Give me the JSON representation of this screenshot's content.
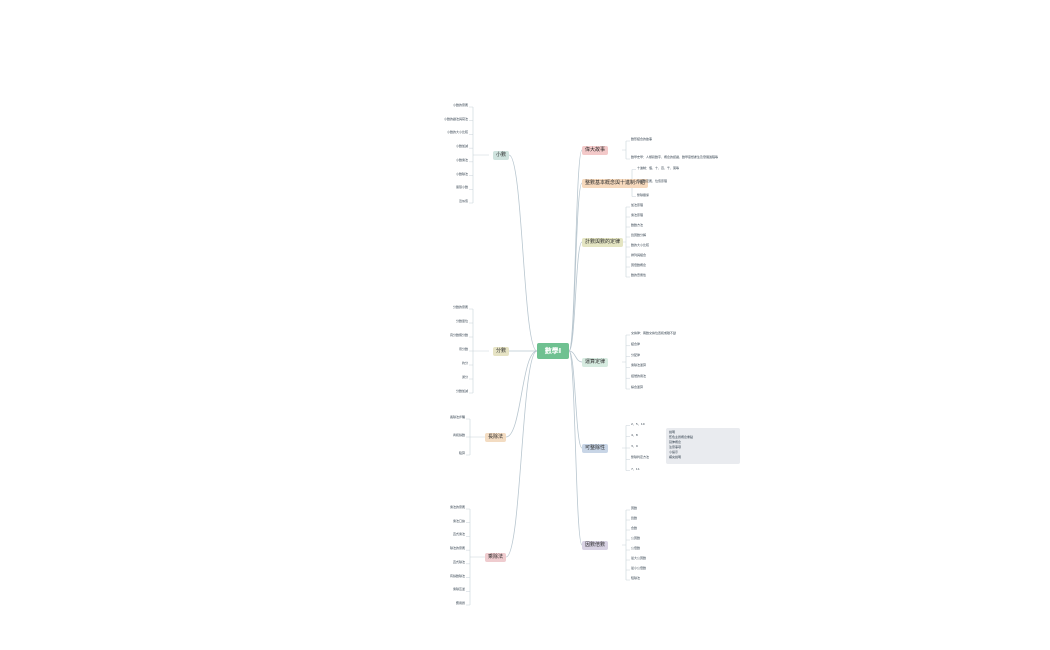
{
  "root": "數學I",
  "right_branches": [
    {
      "id": "r1",
      "label": "偉大故事",
      "color": "#f3c9c9",
      "items": [
        "數形結合的故事",
        "數學史學：人類對數字、概念的認識、數學思想產生及發展過程等"
      ]
    },
    {
      "id": "r2",
      "label": "整數基本概念與十進制介紹",
      "color": "#f6d9bd",
      "items": [
        "十進制：個、十、百、千、萬等",
        "自然數定義、位值原理",
        "整除關係"
      ]
    },
    {
      "id": "r3",
      "label": "計數與數的定律",
      "color": "#e4e5c2",
      "items": [
        "加法原理",
        "乘法原理",
        "數數方法",
        "質因數分解",
        "數的大小比較",
        "排列與組合",
        "因倍數概念",
        "數的奇偶性"
      ]
    },
    {
      "id": "r4",
      "label": "運算定律",
      "color": "#d6ebe0",
      "items": [
        "交換律：兩數交換位置和或積不變",
        "結合律",
        "分配律",
        "乘除法運算",
        "括號的用法",
        "綜合運算"
      ]
    },
    {
      "id": "r5",
      "label": "可整除性",
      "color": "#c8d5e6",
      "items": [
        "2、5、10",
        "4、8",
        "3、9",
        "整除判定方法",
        "7、11"
      ]
    },
    {
      "id": "r6",
      "label": "因數倍數",
      "color": "#d8d2e3",
      "items": [
        "因數",
        "質數",
        "合數",
        "公因數",
        "公倍數",
        "最大公因數",
        "最小公倍數",
        "短除法"
      ]
    }
  ],
  "legend": [
    "說明",
    "藍色主題概念重點",
    "延伸概念",
    "注意事項",
    "小提示",
    "補充說明"
  ],
  "left_branches": [
    {
      "id": "l1",
      "label": "小數",
      "color": "#cfe3de",
      "items": [
        "小數的意義",
        "小數的讀法與寫法",
        "小數的大小比較",
        "小數加減",
        "小數乘法",
        "小數除法",
        "循環小數",
        "近似值"
      ]
    },
    {
      "id": "l2",
      "label": "分數",
      "color": "#e6e3c4",
      "items": [
        "分數的意義",
        "分數單位",
        "真分數假分數",
        "帶分數",
        "約分",
        "通分",
        "分數加減"
      ]
    },
    {
      "id": "l3",
      "label": "長除法",
      "color": "#f3dcc2",
      "items": [
        "長除法步驟",
        "商和餘數",
        "驗算"
      ]
    },
    {
      "id": "l4",
      "label": "乘除法",
      "color": "#efcccf",
      "items": [
        "乘法的意義",
        "乘法口訣",
        "直式乘法",
        "除法的意義",
        "直式除法",
        "有餘數除法",
        "乘除互逆",
        "應用題"
      ]
    }
  ]
}
